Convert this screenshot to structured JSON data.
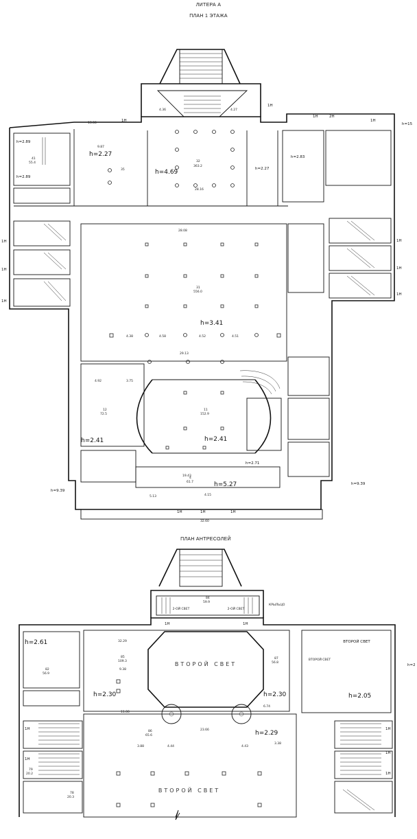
{
  "headers": {
    "litera": "ЛИТЕРА А",
    "plan1": "ПЛАН 1 ЭТАЖА",
    "plan2": "ПЛАН АНТРЕСОЛЕЙ"
  },
  "floor1": {
    "heights": {
      "h289": "h=2.89",
      "h289b": "h=2.89",
      "h227": "h=2.27",
      "h469": "h=4.69",
      "h227b": "h=2.27",
      "h283": "h=2.83",
      "h341": "h=3.41",
      "h241a": "h=2.41",
      "h241b": "h=2.41",
      "h527": "h=5.27",
      "h271": "h=2.71",
      "h939a": "h=9.39",
      "h939b": "h=9.39",
      "h15": "h=15"
    },
    "rooms": {
      "r32": "32",
      "r32a": "363.2",
      "r31": "31",
      "r31a": "556.0",
      "r11": "11",
      "r11a": "152.9",
      "r12": "12",
      "r12a": "72.5",
      "r35": "35",
      "r41": "41",
      "r41a": "55.4",
      "r4": "4",
      "r4a": "61.7"
    },
    "entries": {
      "e1": "1Н",
      "e2": "1Н",
      "e3": "2Н",
      "e4": "1Н",
      "e5": "1Н",
      "e6": "1Н",
      "e7": "1Н",
      "e8": "1Н",
      "e9": "1Н",
      "e10": "1Н",
      "e11": "1Н",
      "e12": "1Н",
      "e13": "1Н",
      "e14": "1Н"
    },
    "dims": {
      "d1": "13.00",
      "d2": "9.87",
      "d3": "4.36",
      "d4": "4.27",
      "d5": "28.16",
      "d6": "28.08",
      "d7": "29.13",
      "d8": "4.38",
      "d9": "4.58",
      "d10": "4.52",
      "d11": "4.51",
      "d12": "19.43",
      "d13": "32.60",
      "d14": "4.92",
      "d15": "3.75",
      "d16": "5.13",
      "d17": "4.15"
    }
  },
  "floor2": {
    "heights": {
      "h261": "h=2.61",
      "h230a": "h=2.30",
      "h230b": "h=2.30",
      "h229": "h=2.29",
      "h205": "h=2.05",
      "h2": "h=2"
    },
    "spaces": {
      "s1": "ВТОРОЙ СВЕТ",
      "s2": "ВТОРОЙ СВЕТ",
      "s3": "ВТОРОЙ СВЕТ",
      "s4": "ВТОРОЙ СВЕТ",
      "s5": "2-ОЙ СВЕТ",
      "s6": "2-ОЙ СВЕТ",
      "krylco": "КРЫЛЬЦО"
    },
    "rooms": {
      "r84": "84",
      "r84a": "59.9",
      "r85": "85",
      "r85a": "109.3",
      "r86": "86",
      "r86a": "65.6",
      "r87": "87",
      "r87a": "56.8",
      "r82": "82",
      "r82a": "56.9",
      "r79": "79",
      "r79a": "20.2",
      "r78": "78",
      "r78a": "20.3"
    },
    "entries": {
      "e1": "1Н",
      "e2": "1Н",
      "e3": "1Н",
      "e4": "1Н",
      "e5": "1Н",
      "e6": "1Н",
      "e7": "1Н"
    },
    "dims": {
      "d1": "32.29",
      "d2": "9.38",
      "d3": "11.00",
      "d4": "23.66",
      "d5": "4.44",
      "d6": "4.43",
      "d7": "3.88",
      "d8": "3.38",
      "d9": "6.74"
    }
  }
}
